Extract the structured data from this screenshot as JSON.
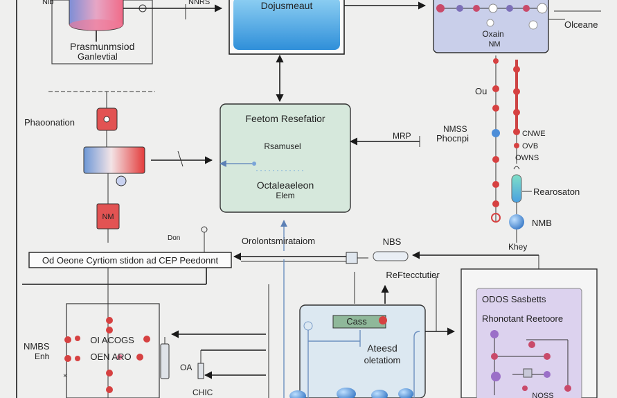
{
  "labels": {
    "top_left_title": "Prasmunmsiod",
    "top_left_sub": "Ganlevtial",
    "top_center": "Dojusmeaut",
    "top_right_oxain": "Oxain",
    "top_right_nm": "NM",
    "top_right_side": "Olceane",
    "photonation": "Phaoonation",
    "mid_box_title": "Feetom Resefatior",
    "mid_box_sub1": "Rsamusel",
    "mid_box_sub2": "Octaleaeleon",
    "mid_box_sub3": "Elem",
    "mrp": "MRP",
    "nmss": "NMSS",
    "phocnpi": "Phocnpi",
    "ou": "Ou",
    "cnwe": "CNWE",
    "ovb": "OVB",
    "owns": "OWNS",
    "rearosaton": "Rearosaton",
    "nmb": "NMB",
    "khey": "Khey",
    "nm_vial": "NM",
    "don": "Don",
    "orolont": "Orolontsmirataiom",
    "nbs": "NBS",
    "long_bar": "Od Oeone Cyrtiom stidon ad CEP Peedonnt",
    "repectuter": "ReFtecctutier",
    "right_box_title": "ODOS Sasbetts",
    "right_box_sub": "Rhonotant Reetoore",
    "cass": "Cass",
    "ateesd": "Ateesd",
    "oletatom": "oletatiom",
    "oi_acogs": "OI ACOGS",
    "oen_aro": "OEN ARO",
    "nmbs": "NMBS",
    "enh": "Enh",
    "oa": "OA",
    "chic": "CHIC",
    "bottom_right_noss": "NOSS",
    "top_tag_one": "Nib",
    "top_tag_two": "NNRS"
  },
  "colors": {
    "blue_box": "#4ea7e6",
    "green_box": "#d6e8dc",
    "lavender_box": "#c9cfea",
    "purple_box": "#dcd2ee",
    "light_blue_box": "#dce8f1",
    "red_bead": "#d64141",
    "blue_bead": "#4d8ed8"
  }
}
